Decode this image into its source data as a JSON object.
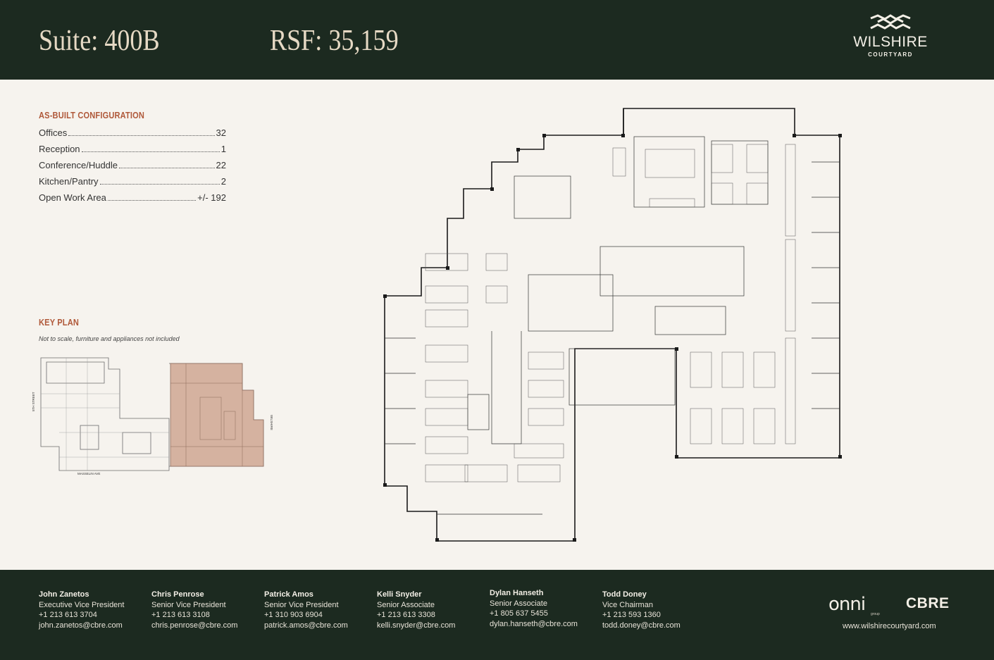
{
  "header": {
    "suite": "Suite: 400B",
    "rsf": "RSF: 35,159"
  },
  "logo": {
    "name": "WILSHIRE",
    "subtitle": "COURTYARD"
  },
  "config": {
    "title": "AS-BUILT CONFIGURATION",
    "items": [
      {
        "label": "Offices",
        "value": "32"
      },
      {
        "label": "Reception",
        "value": "1"
      },
      {
        "label": "Conference/Huddle",
        "value": "22"
      },
      {
        "label": "Kitchen/Pantry",
        "value": "2"
      },
      {
        "label": "Open Work Area",
        "value": "+/- 192"
      }
    ]
  },
  "keyplan": {
    "title": "KEY PLAN",
    "note": "Not to scale, furniture and appliances not included",
    "street_left": "5TH STREET",
    "street_right": "WILSHIRE",
    "street_bottom": "MASSELIN AVE",
    "highlight_color": "#d5b2a0"
  },
  "contacts": [
    {
      "name": "John Zanetos",
      "title": "Executive Vice President",
      "phone": "+1 213 613 3704",
      "email": "john.zanetos@cbre.com"
    },
    {
      "name": "Chris Penrose",
      "title": "Senior Vice President",
      "phone": "+1 213 613 3108",
      "email": "chris.penrose@cbre.com"
    },
    {
      "name": "Patrick Amos",
      "title": "Senior Vice President",
      "phone": "+1 310 903 6904",
      "email": "patrick.amos@cbre.com"
    },
    {
      "name": "Kelli Snyder",
      "title": "Senior Associate",
      "phone": "+1 213 613 3308",
      "email": "kelli.snyder@cbre.com"
    },
    {
      "name": "Dylan Hanseth",
      "title": "Senior Associate",
      "phone": "+1 805 637 5455",
      "email": "dylan.hanseth@cbre.com"
    },
    {
      "name": "Todd Doney",
      "title": "Vice Chairman",
      "phone": "+1 213 593 1360",
      "email": "todd.doney@cbre.com"
    }
  ],
  "brands": {
    "onni": "onni",
    "onni_sub": "group",
    "cbre": "CBRE"
  },
  "website": "www.wilshirecourtyard.com",
  "colors": {
    "dark": "#1c2a20",
    "accent": "#b0593a",
    "cream": "#e6d9c4",
    "paper": "#f6f3ee"
  }
}
